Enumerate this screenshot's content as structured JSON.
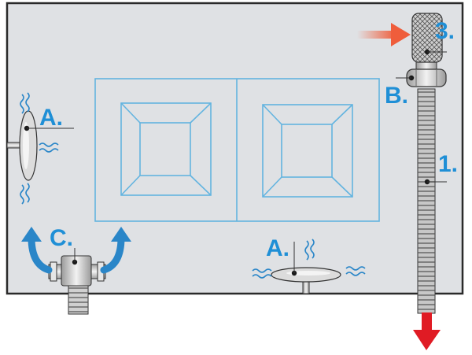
{
  "diagram": {
    "labels": {
      "a_left": "A.",
      "a_bottom": "A.",
      "b": "B.",
      "c": "C.",
      "one": "1.",
      "three": "3."
    }
  },
  "colors": {
    "label_blue": "#1f8fd6",
    "panel_bg": "#dfe1e4",
    "outline": "#2a2a2a",
    "window_lines": "#63b4e0",
    "air_blue": "#2a86c8",
    "drain_red": "#e01b24",
    "inlet_red": "#ef5d3b",
    "hose_fill": "#c7c7c7"
  },
  "icons": [
    "wavy-air-icon",
    "up-arrow-icon",
    "down-arrow-icon",
    "inlet-arrow-icon"
  ]
}
